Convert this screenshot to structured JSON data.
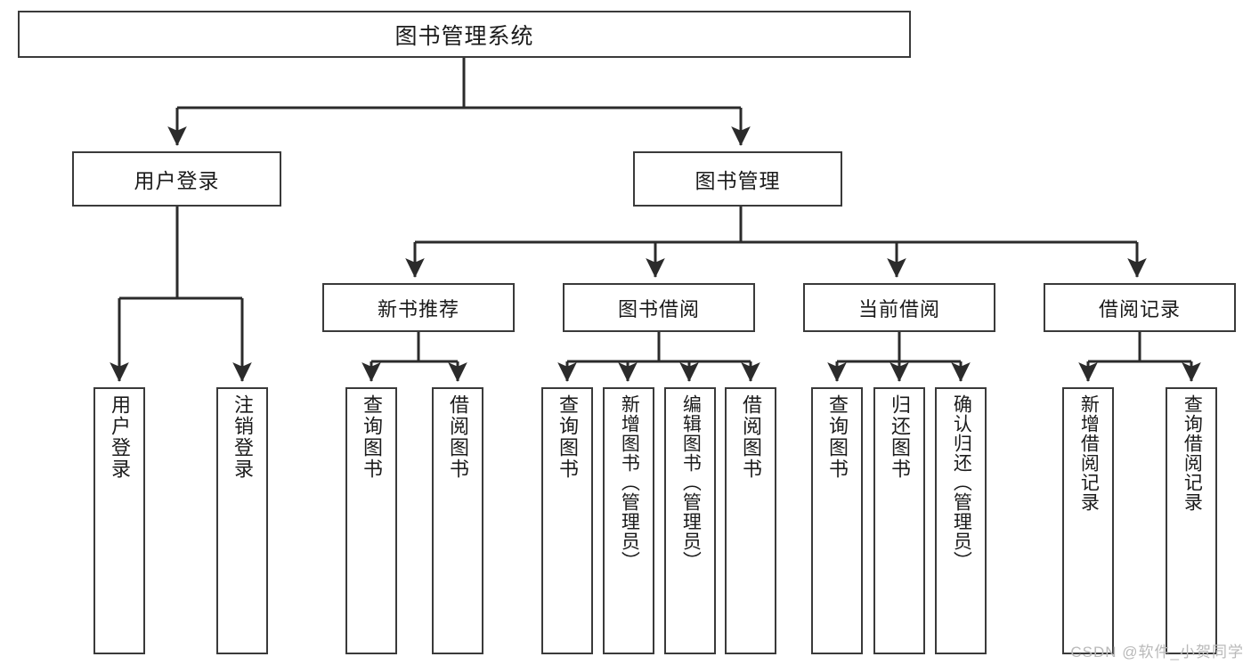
{
  "diagram": {
    "title": "图书管理系统",
    "type": "tree-hierarchy-chart",
    "root": {
      "id": "root",
      "label": "图书管理系统"
    },
    "level1": [
      {
        "id": "user-login",
        "label": "用户登录"
      },
      {
        "id": "book-manage",
        "label": "图书管理"
      }
    ],
    "level2": [
      {
        "id": "new-book-rec",
        "label": "新书推荐"
      },
      {
        "id": "book-borrow",
        "label": "图书借阅"
      },
      {
        "id": "current-borrow",
        "label": "当前借阅"
      },
      {
        "id": "borrow-record",
        "label": "借阅记录"
      }
    ],
    "leaves": {
      "user_login": [
        {
          "id": "leaf-user-login",
          "label": "用户登录"
        },
        {
          "id": "leaf-user-logout",
          "label": "注销登录"
        }
      ],
      "new_book_rec": [
        {
          "id": "leaf-query-book-1",
          "label": "查询图书"
        },
        {
          "id": "leaf-borrow-book-1",
          "label": "借阅图书"
        }
      ],
      "book_borrow": [
        {
          "id": "leaf-query-book-2",
          "label": "查询图书"
        },
        {
          "id": "leaf-add-book",
          "label": "新增图书（管理员）"
        },
        {
          "id": "leaf-edit-book",
          "label": "编辑图书（管理员）"
        },
        {
          "id": "leaf-borrow-book-2",
          "label": "借阅图书"
        }
      ],
      "current_borrow": [
        {
          "id": "leaf-query-book-3",
          "label": "查询图书"
        },
        {
          "id": "leaf-return-book",
          "label": "归还图书"
        },
        {
          "id": "leaf-confirm-return",
          "label": "确认归还（管理员）"
        }
      ],
      "borrow_record": [
        {
          "id": "leaf-add-record",
          "label": "新增借阅记录"
        },
        {
          "id": "leaf-query-record",
          "label": "查询借阅记录"
        }
      ]
    }
  },
  "watermark": {
    "text": "CSDN @软件_小贺同学"
  },
  "colors": {
    "stroke": "#3a3a3a",
    "edge": "#2b2b2b",
    "background": "#ffffff",
    "text": "#1b1b1b",
    "watermark": "#b9b9b9"
  }
}
